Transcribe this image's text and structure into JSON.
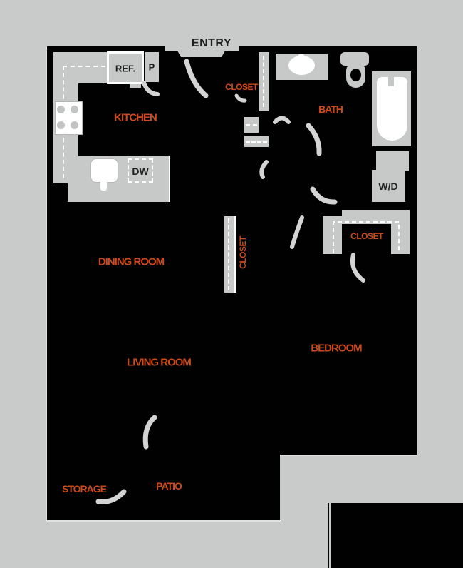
{
  "title": "One-bedroom apartment floor plan",
  "colors": {
    "background": "#c9cbca",
    "plan": "#010101",
    "fixture": "#c7c9c8",
    "accent": "#cc4a1b",
    "door": "#d4d4d4",
    "text_dark": "#1f1f1f"
  },
  "labels": {
    "entry": "ENTRY",
    "kitchen": "KITCHEN",
    "bath": "BATH",
    "closet_entry": "CLOSET",
    "closet_hall": "CLOSET",
    "closet_bedroom": "CLOSET",
    "dining": "DINING ROOM",
    "living": "LIVING ROOM",
    "bedroom": "BEDROOM",
    "storage": "STORAGE",
    "patio": "PATIO",
    "refrigerator": "REF.",
    "pantry": "P",
    "dishwasher": "DW",
    "washer_dryer": "W/D"
  }
}
